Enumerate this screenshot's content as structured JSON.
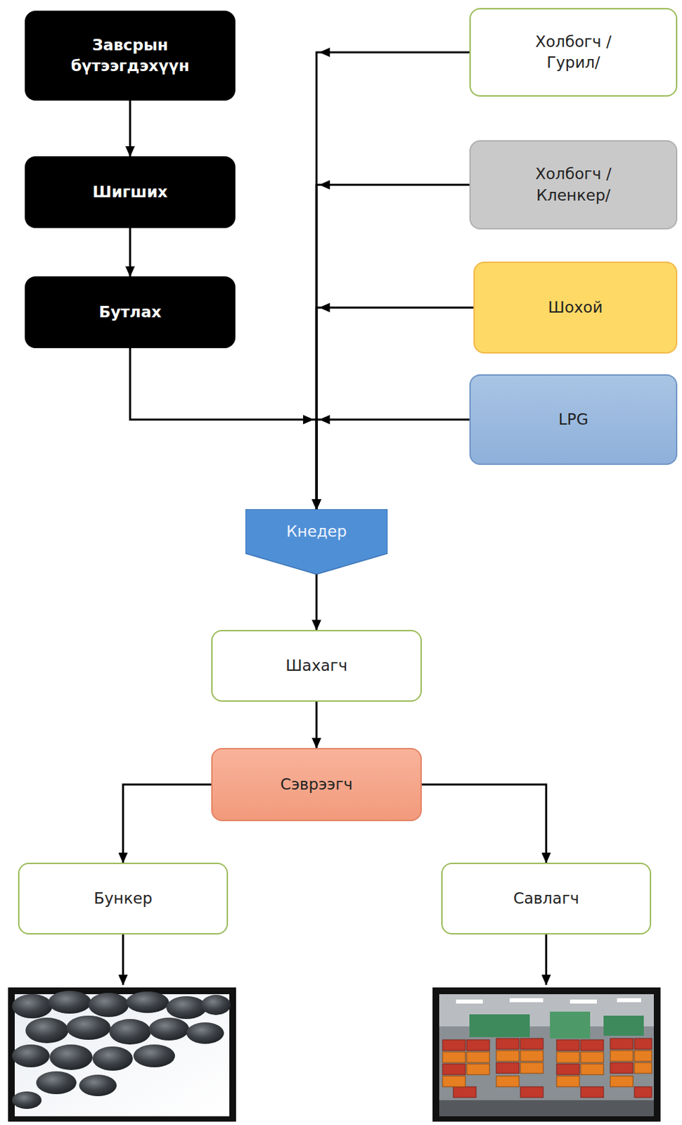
{
  "diagram": {
    "nodes": [
      {
        "text": [
          "Завсрын бүтээгдэхүүн"
        ]
      },
      {
        "text": [
          "Холбогч /Гурил/"
        ]
      },
      {
        "text": [
          "Шигших"
        ]
      },
      {
        "text": [
          "Холбогч /Кленкер/"
        ]
      },
      {
        "text": [
          "Бутлах"
        ]
      },
      {
        "text": [
          "Шохой"
        ]
      },
      {
        "text": [
          "LPG"
        ]
      },
      {
        "text": [
          "Кнедер"
        ]
      },
      {
        "text": [
          "Шахагч"
        ]
      },
      {
        "text": [
          "Сэврээгч"
        ]
      },
      {
        "text": [
          "Бункер"
        ]
      },
      {
        "text": [
          "Савлагч"
        ]
      }
    ],
    "edges": [
      {
        "from": 0,
        "to": 2,
        "arrow": "to"
      },
      {
        "from": 2,
        "to": 4,
        "arrow": "to"
      },
      {
        "from": 4,
        "to": 7,
        "arrow": "to"
      },
      {
        "from": 1,
        "to": 7,
        "arrow": "to"
      },
      {
        "from": 3,
        "to": 7,
        "arrow": "to"
      },
      {
        "from": 5,
        "to": 7,
        "arrow": "to"
      },
      {
        "from": 6,
        "to": 7,
        "arrow": "to"
      },
      {
        "from": 7,
        "to": 8,
        "arrow": "to"
      },
      {
        "from": 8,
        "to": 9,
        "arrow": "to"
      },
      {
        "from": 9,
        "to": 10,
        "arrow": "to"
      },
      {
        "from": 9,
        "to": 11,
        "arrow": "to"
      }
    ]
  }
}
